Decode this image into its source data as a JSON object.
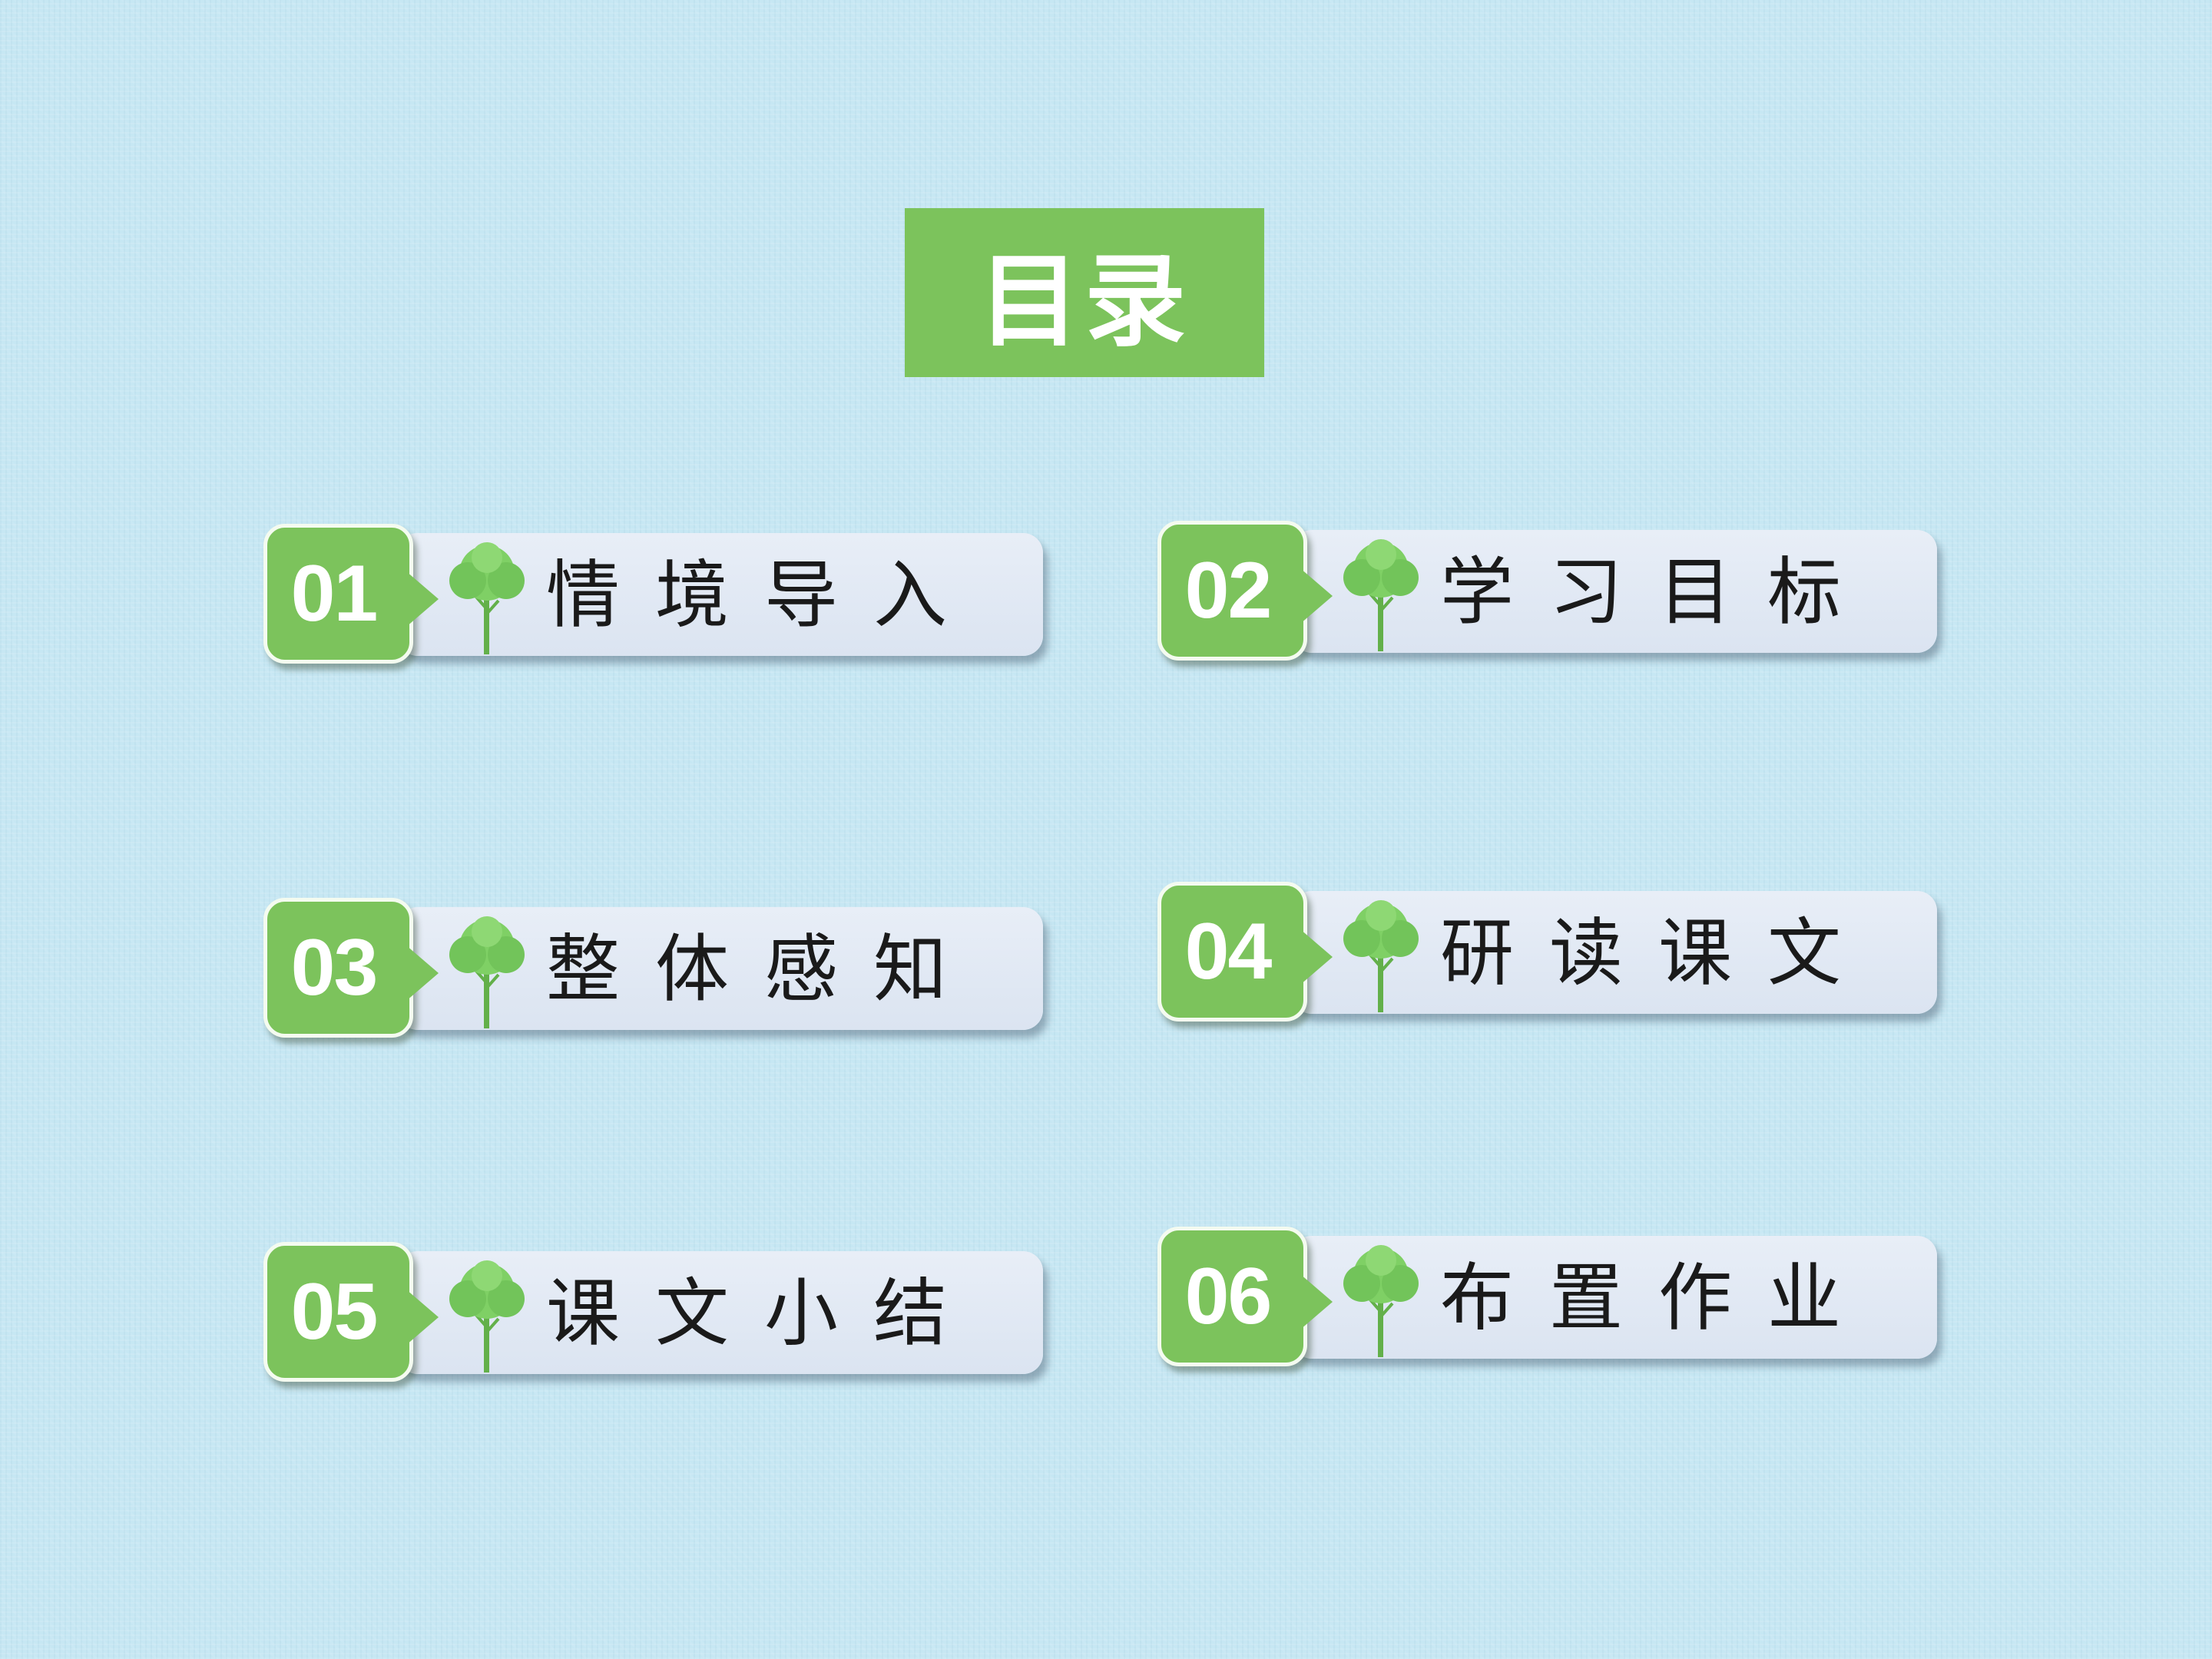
{
  "title": "目录",
  "colors": {
    "accent_green": "#7cc35c",
    "background": "#c6e7f3",
    "pill": "#e0e8f3",
    "text": "#1a1a1a"
  },
  "icon": "tree-icon",
  "items": [
    {
      "number": "01",
      "label": "情境导入"
    },
    {
      "number": "02",
      "label": "学习目标"
    },
    {
      "number": "03",
      "label": "整体感知"
    },
    {
      "number": "04",
      "label": "研读课文"
    },
    {
      "number": "05",
      "label": "课文小结"
    },
    {
      "number": "06",
      "label": "布置作业"
    }
  ]
}
